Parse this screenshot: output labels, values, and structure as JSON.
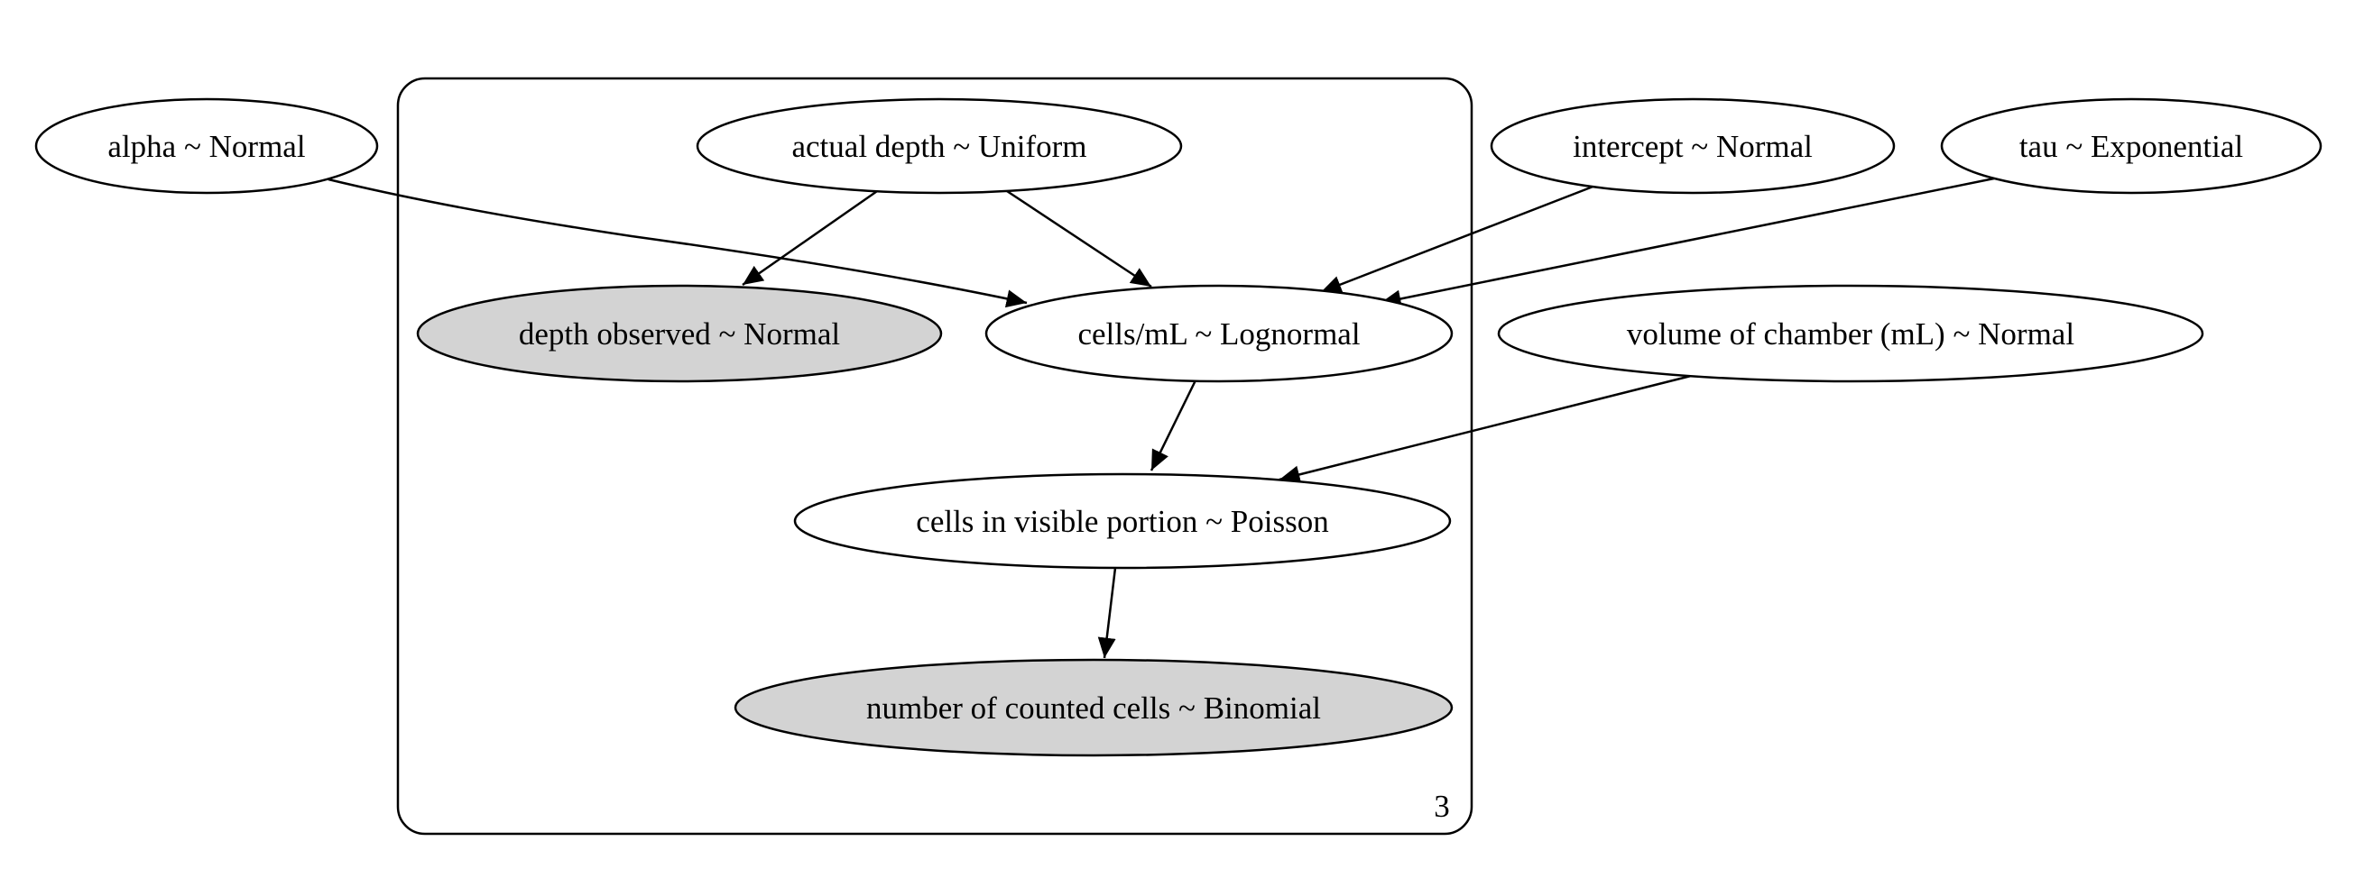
{
  "plate": {
    "label": "3"
  },
  "nodes": {
    "alpha": {
      "label": "alpha ~ Normal",
      "observed": false
    },
    "actual_depth": {
      "label": "actual depth ~ Uniform",
      "observed": false
    },
    "intercept": {
      "label": "intercept ~ Normal",
      "observed": false
    },
    "tau": {
      "label": "tau ~ Exponential",
      "observed": false
    },
    "depth_observed": {
      "label": "depth observed ~ Normal",
      "observed": true
    },
    "cells_per_ml": {
      "label": "cells/mL ~ Lognormal",
      "observed": false
    },
    "volume_of_chamber": {
      "label": "volume of chamber (mL) ~ Normal",
      "observed": false
    },
    "cells_in_visible_portion": {
      "label": "cells in visible portion ~ Poisson",
      "observed": false
    },
    "number_of_counted_cells": {
      "label": "number of counted cells ~ Binomial",
      "observed": true
    }
  },
  "edges": [
    {
      "from": "alpha",
      "to": "cells_per_ml"
    },
    {
      "from": "actual_depth",
      "to": "depth_observed"
    },
    {
      "from": "actual_depth",
      "to": "cells_per_ml"
    },
    {
      "from": "intercept",
      "to": "cells_per_ml"
    },
    {
      "from": "tau",
      "to": "cells_per_ml"
    },
    {
      "from": "cells_per_ml",
      "to": "cells_in_visible_portion"
    },
    {
      "from": "volume_of_chamber",
      "to": "cells_in_visible_portion"
    },
    {
      "from": "cells_in_visible_portion",
      "to": "number_of_counted_cells"
    }
  ],
  "colors": {
    "observed_fill": "#d3d3d3",
    "latent_fill": "#ffffff",
    "stroke": "#000000"
  }
}
